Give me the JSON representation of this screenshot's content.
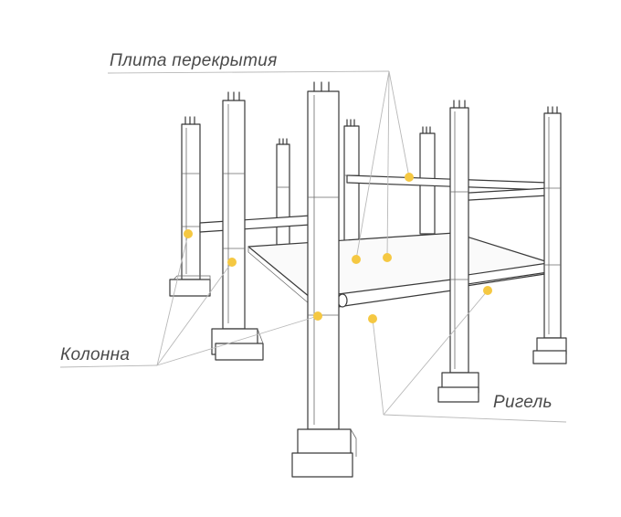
{
  "labels": {
    "slab": "Плита перекрытия",
    "column": "Колонна",
    "beam": "Ригель"
  },
  "colors": {
    "marker": "#F5C842",
    "line": "#3a3a3a",
    "leader": "#b8b8b8",
    "label": "#4a4a4a"
  }
}
